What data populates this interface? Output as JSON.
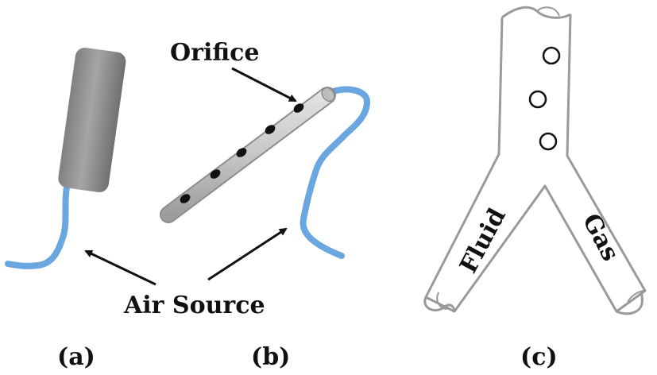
{
  "labels": {
    "orifice": "Orifice",
    "air_source": "Air Source",
    "fluid": "Fluid",
    "gas": "Gas",
    "panel_a": "(a)",
    "panel_b": "(b)",
    "panel_c": "(c)"
  },
  "colors": {
    "tube_blue": "#6aa6e0",
    "stone_gray": "#8f9092",
    "rod_gray": "#c9c9c9",
    "outline": "#9a9a9a",
    "ink": "#111111"
  }
}
